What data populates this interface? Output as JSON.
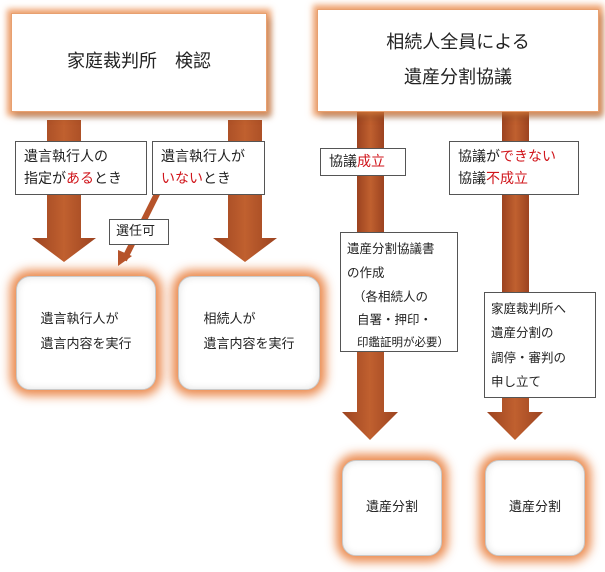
{
  "top_left": {
    "lines": [
      "家庭裁判所　検認"
    ]
  },
  "top_right": {
    "lines": [
      "相続人全員による",
      "遺産分割協議"
    ]
  },
  "label_executor_designated": {
    "part1": "遺言執行人の",
    "part2a": "指定が",
    "part2_red": "ある",
    "part2b": "とき"
  },
  "label_executor_absent": {
    "part1": "遺言執行人が",
    "part2_red": "いない",
    "part2b": "とき"
  },
  "label_appointable": {
    "text": "選任可"
  },
  "label_agreed": {
    "part1": "協議",
    "part1_red": "成立"
  },
  "label_not_agreed": {
    "line1a": "協議が",
    "line1_red": "できない",
    "line2a": "協議",
    "line2_red": "不成立"
  },
  "box_executor_exec": {
    "lines": [
      "遺言執行人が",
      "遺言内容を実行"
    ]
  },
  "box_heirs_exec": {
    "lines": [
      "相続人が",
      "遺言内容を実行"
    ]
  },
  "box_agreement_doc": {
    "lines": [
      "遺産分割協議書",
      "の作成",
      "（各相続人の",
      "自署・押印・",
      "印鑑証明が必要）"
    ]
  },
  "box_court_petition": {
    "lines": [
      "家庭裁判所へ",
      "遺産分割の",
      "調停・審判の",
      "申し立て"
    ]
  },
  "box_division_1": {
    "text": "遺産分割"
  },
  "box_division_2": {
    "text": "遺産分割"
  },
  "colors": {
    "arrow": "#b6532a",
    "glow": "#e8823c",
    "highlight": "#d0151b"
  }
}
